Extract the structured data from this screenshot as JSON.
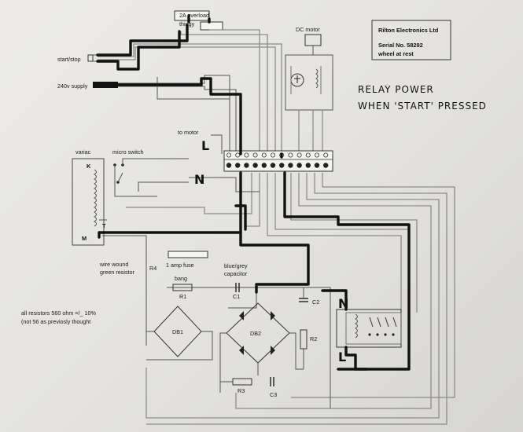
{
  "labels": {
    "overload_line1": "2A overload",
    "overload_line2": "thingy",
    "dc_motor": "DC motor",
    "start_stop": "start/stop",
    "supply": "240v supply",
    "to_motor": "to motor",
    "variac": "variac",
    "micro_switch": "micro switch",
    "terminal_k": "K",
    "terminal_t": "T",
    "terminal_m": "M",
    "wire_wound_line1": "wire wound",
    "wire_wound_line2": "green resistor",
    "fuse": "1 amp fuse",
    "capacitor_line1": "blue/grey",
    "capacitor_line2": "capacitor",
    "bang": "bang",
    "r1": "R1",
    "r2": "R2",
    "r3": "R3",
    "r4": "R4",
    "c1": "C1",
    "c2": "C2",
    "c3": "C3",
    "db1": "DB1",
    "db2": "DB2",
    "resistor_note_line1": "all resistors 560 ohm =/_ 10%",
    "resistor_note_line2": "(not 56 as previosly thought"
  },
  "company_box": {
    "name": "Rilton Electronics Ltd",
    "serial": "Serial No. 58292",
    "status": "wheel at rest"
  },
  "handwritten": {
    "title_line1": "RELAY POWER",
    "title_line2": "WHEN 'START' PRESSED",
    "live_marker": "L",
    "neutral_marker": "N",
    "relay_n": "N",
    "relay_l": "L"
  },
  "colors": {
    "paper": "#e8e7e4",
    "thin_wire": "#555555",
    "grey_wire": "#8c8c8c",
    "highlight_wire": "#111111"
  }
}
